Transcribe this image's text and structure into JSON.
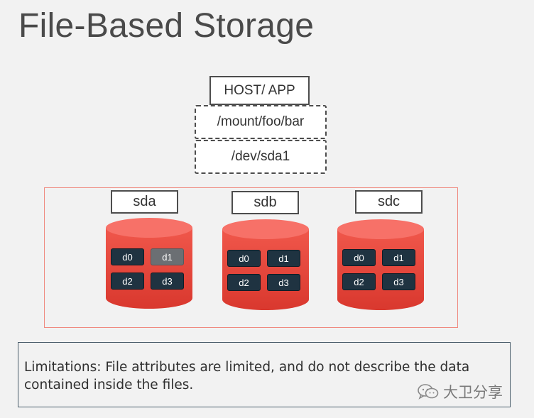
{
  "title": "File-Based Storage",
  "host": {
    "label": "HOST/ APP",
    "mount_path": "/mount/foo/bar",
    "device_path": "/dev/sda1"
  },
  "disks": [
    {
      "name": "sda",
      "blocks": [
        "d0",
        "d1",
        "d2",
        "d3"
      ],
      "highlighted": "d1"
    },
    {
      "name": "sdb",
      "blocks": [
        "d0",
        "d1",
        "d2",
        "d3"
      ]
    },
    {
      "name": "sdc",
      "blocks": [
        "d0",
        "d1",
        "d2",
        "d3"
      ]
    }
  ],
  "note": "Limitations: File attributes are limited, and do not describe the data contained inside the files.",
  "watermark": "大卫分享",
  "colors": {
    "background": "#f2f2f2",
    "disk_red": "#e9443a",
    "block_dark": "#1f3341",
    "block_highlight": "#6b6f73",
    "frame": "#f08a80"
  }
}
